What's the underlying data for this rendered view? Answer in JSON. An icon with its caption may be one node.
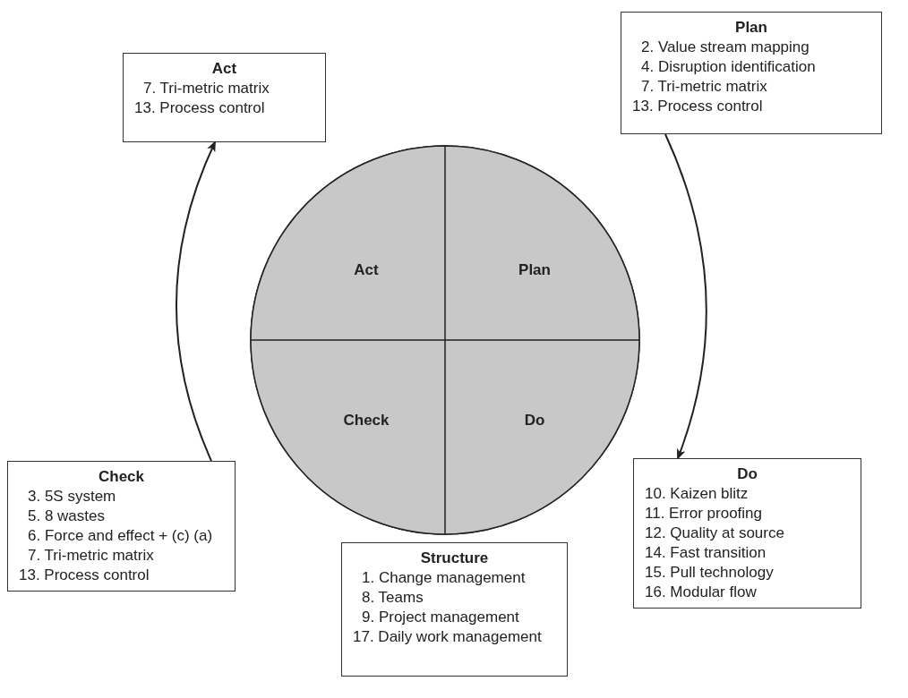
{
  "diagram": {
    "nodes": [
      {
        "text": [
          "Act",
          "7. Tri-metric matrix",
          "13. Process control"
        ]
      },
      {
        "text": [
          "Plan",
          "2. Value stream mapping",
          "4. Disruption identification",
          "7. Tri-metric matrix",
          "13. Process control"
        ]
      },
      {
        "text": [],
        "shape": "circle"
      },
      {
        "text": [
          "Act"
        ],
        "in": 2
      },
      {
        "text": [
          "Plan"
        ],
        "in": 2
      },
      {
        "text": [
          "Check"
        ],
        "in": 2
      },
      {
        "text": [
          "Do"
        ],
        "in": 2
      },
      {
        "text": [
          "Check",
          "3. 5S system",
          "5. 8 wastes",
          "6. Force and effect + (c) (a)",
          "7. Tri-metric matrix",
          "13. Process control"
        ]
      },
      {
        "text": [
          "Structure",
          "1. Change management",
          "8. Teams",
          "9. Project management",
          "17. Daily work management"
        ]
      },
      {
        "text": [
          "Do",
          "10. Kaizen blitz",
          "11. Error proofing",
          "12. Quality at source",
          "14. Fast transition",
          "15. Pull technology",
          "16. Modular flow"
        ]
      }
    ],
    "edges": [
      {
        "from": 1,
        "to": 9,
        "arrow": "to"
      },
      {
        "from": 7,
        "to": 0,
        "arrow": "to"
      }
    ]
  }
}
